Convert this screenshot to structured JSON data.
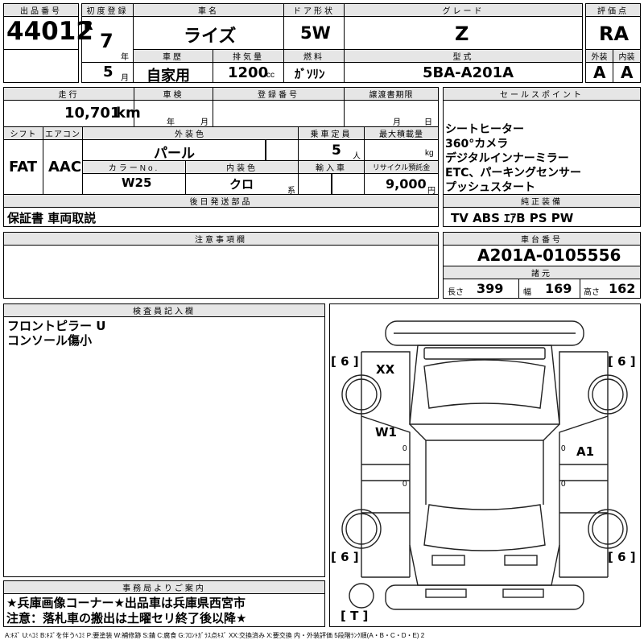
{
  "top": {
    "lot_header": "出品番号",
    "lot_number": "44012",
    "first_reg_header": "初度登録",
    "era": "R",
    "reg_year": "7",
    "year_unit": "年",
    "reg_month": "5",
    "month_unit": "月",
    "car_name_header": "車名",
    "car_name": "ライズ",
    "door_header": "ドア形状",
    "door": "5W",
    "grade_header": "グレード",
    "grade": "Z",
    "score_header": "評価点",
    "score": "RA",
    "history_header": "車歴",
    "history": "自家用",
    "displacement_header": "排気量",
    "displacement": "1200",
    "displacement_unit": "cc",
    "fuel_header": "燃料",
    "fuel": "ｶﾞｿﾘﾝ",
    "model_header": "型式",
    "model": "5BA-A201A",
    "exterior_header": "外装",
    "exterior_grade": "A",
    "interior_header": "内装",
    "interior_grade": "A"
  },
  "mid": {
    "mileage_header": "走行",
    "mileage": "10,701",
    "mileage_unit": "km",
    "inspection_header": "車検",
    "insp_year_unit": "年",
    "insp_month_unit": "月",
    "registration_header": "登録番号",
    "transfer_header": "譲渡書期限",
    "transfer_month_unit": "月",
    "transfer_day_unit": "日",
    "shift_header": "シフト",
    "shift": "FAT",
    "ac_header": "エアコン",
    "ac": "AAC",
    "color_header": "外装色",
    "color": "パール",
    "capacity_header": "乗車定員",
    "capacity": "5",
    "capacity_unit": "人",
    "loadcap_header": "最大積載量",
    "loadcap_unit": "kg",
    "color_no_header": "カラーNo.",
    "color_no": "W25",
    "int_color_header": "内装色",
    "int_color": "クロ",
    "int_color_unit": "系",
    "import_header": "輸入車",
    "recycle_header": "リサイクル預託金",
    "recycle": "9,000",
    "recycle_unit": "円",
    "later_header": "後日発送部品",
    "later_items": "保証書 車両取説"
  },
  "sales": {
    "header": "セールスポイント",
    "points": [
      "シートヒーター",
      "360°カメラ",
      "デジタルインナーミラー",
      "ETC、パーキングセンサー",
      "プッシュスタート"
    ],
    "equip_header": "純正装備",
    "equipment": "TV ABS ｴｱB PS PW"
  },
  "notes": {
    "header": "注意事項欄"
  },
  "chassis": {
    "header": "車台番号",
    "number": "A201A-0105556",
    "spec_header": "諸元",
    "length_label": "長さ",
    "length": "399",
    "width_label": "幅",
    "width": "169",
    "height_label": "高さ",
    "height": "162"
  },
  "inspector": {
    "header": "検査員記入欄",
    "lines": [
      "フロントピラー U",
      "コンソール傷小"
    ]
  },
  "diagram": {
    "tread_fl": "[ 6 ]",
    "tread_fr": "[ 6 ]",
    "tread_rl": "[ 6 ]",
    "tread_rr": "[ 6 ]",
    "mark_xx": "XX",
    "mark_w1": "W1",
    "mark_a1": "A1",
    "zero1": "0",
    "zero2": "0",
    "zero3": "0",
    "zero4": "0",
    "spare": "[ T ]"
  },
  "office": {
    "header": "事務局よりご案内",
    "line1": "★兵庫画像コーナー★出品車は兵庫県西宮市",
    "line2": "注意：落札車の搬出は土曜セリ終了後以降★"
  },
  "legend": "A:ｷｽﾞ U:ﾍｺﾐ B:ｷｽﾞを伴うﾍｺﾐ P:要塗装 W:補修跡 S:錆 C:腐食 G:ﾌﾛﾝﾄｶﾞﾗｽ点ｷｽﾞ XX:交換済み X:要交換 内・外装評価 5段階ﾗﾝｸ順(A・B・C・D・E) 2"
}
